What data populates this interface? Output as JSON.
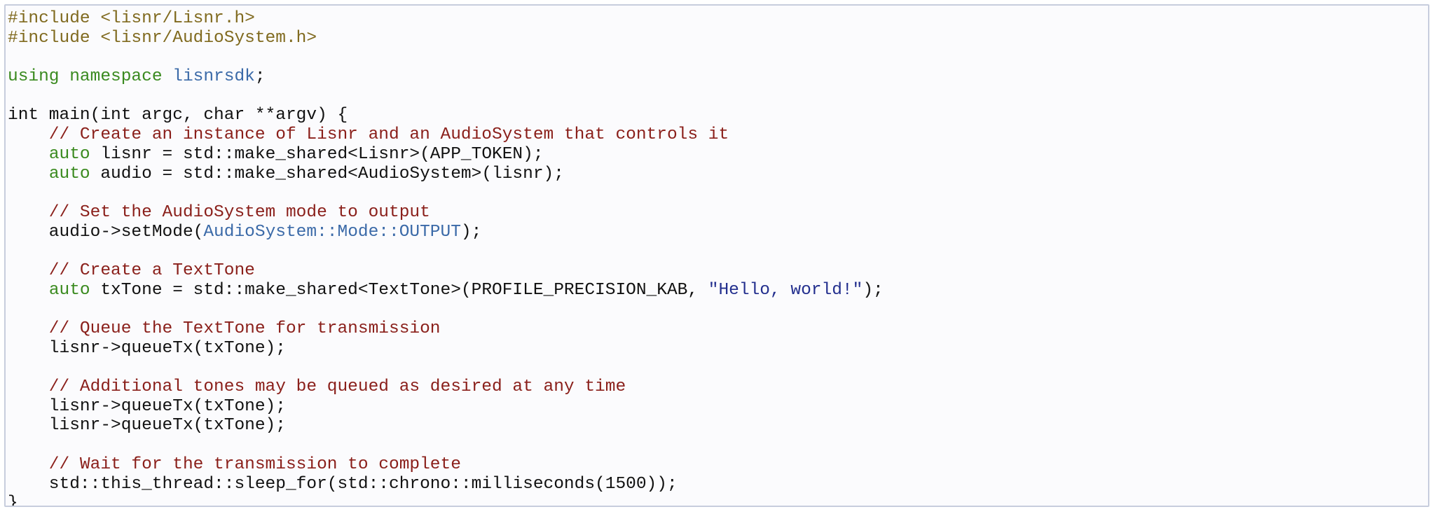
{
  "code_block": {
    "lines": [
      [
        {
          "t": "#include <lisnr/Lisnr.h>",
          "c": "prep"
        }
      ],
      [
        {
          "t": "#include <lisnr/AudioSystem.h>",
          "c": "prep"
        }
      ],
      [],
      [
        {
          "t": "using namespace",
          "c": "kw"
        },
        {
          "t": " ",
          "c": "plain"
        },
        {
          "t": "lisnrsdk",
          "c": "ns"
        },
        {
          "t": ";",
          "c": "plain"
        }
      ],
      [],
      [
        {
          "t": "int main(int argc, char **argv) {",
          "c": "plain"
        }
      ],
      [
        {
          "t": "    // Create an instance of Lisnr and an AudioSystem that controls it",
          "c": "comment"
        }
      ],
      [
        {
          "t": "    ",
          "c": "plain"
        },
        {
          "t": "auto",
          "c": "kw"
        },
        {
          "t": " lisnr = std::make_shared<Lisnr>(APP_TOKEN);",
          "c": "plain"
        }
      ],
      [
        {
          "t": "    ",
          "c": "plain"
        },
        {
          "t": "auto",
          "c": "kw"
        },
        {
          "t": " audio = std::make_shared<AudioSystem>(lisnr);",
          "c": "plain"
        }
      ],
      [],
      [
        {
          "t": "    // Set the AudioSystem mode to output",
          "c": "comment"
        }
      ],
      [
        {
          "t": "    audio->setMode(",
          "c": "plain"
        },
        {
          "t": "AudioSystem::Mode::OUTPUT",
          "c": "ns"
        },
        {
          "t": ");",
          "c": "plain"
        }
      ],
      [],
      [
        {
          "t": "    // Create a TextTone",
          "c": "comment"
        }
      ],
      [
        {
          "t": "    ",
          "c": "plain"
        },
        {
          "t": "auto",
          "c": "kw"
        },
        {
          "t": " txTone = std::make_shared<TextTone>(PROFILE_PRECISION_KAB, ",
          "c": "plain"
        },
        {
          "t": "\"Hello, world!\"",
          "c": "string"
        },
        {
          "t": ");",
          "c": "plain"
        }
      ],
      [],
      [
        {
          "t": "    // Queue the TextTone for transmission",
          "c": "comment"
        }
      ],
      [
        {
          "t": "    lisnr->queueTx(txTone);",
          "c": "plain"
        }
      ],
      [],
      [
        {
          "t": "    // Additional tones may be queued as desired at any time",
          "c": "comment"
        }
      ],
      [
        {
          "t": "    lisnr->queueTx(txTone);",
          "c": "plain"
        }
      ],
      [
        {
          "t": "    lisnr->queueTx(txTone);",
          "c": "plain"
        }
      ],
      [],
      [
        {
          "t": "    // Wait for the transmission to complete",
          "c": "comment"
        }
      ],
      [
        {
          "t": "    std::this_thread::sleep_for(std::chrono::milliseconds(1500));",
          "c": "plain"
        }
      ],
      [
        {
          "t": "}",
          "c": "plain"
        }
      ]
    ]
  },
  "colors": {
    "background": "#fbfbfd",
    "border": "#c7cddd",
    "preprocessor": "#806a1f",
    "keyword": "#3a8a1f",
    "namespace": "#3b6aa8",
    "comment": "#8a1f1a",
    "string": "#232f8e",
    "text": "#111111"
  }
}
